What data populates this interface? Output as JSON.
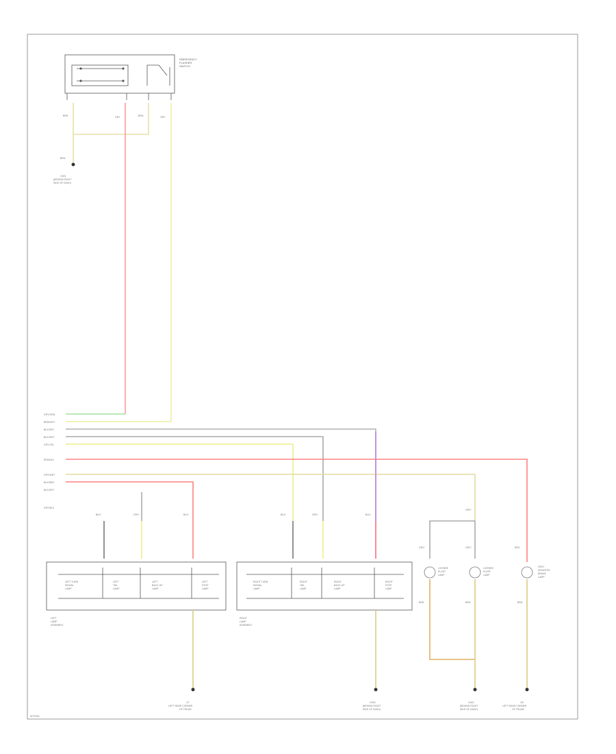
{
  "footer_code": "W7ZHDL",
  "components": {
    "top_switch": [
      "EMERGENCY",
      "FLASHER",
      "SWITCH"
    ],
    "left_lamp": [
      "LEFT",
      "LAMP",
      "ASSEMBLY"
    ],
    "right_lamp": [
      "RIGHT",
      "LAMP",
      "ASSEMBLY"
    ],
    "license_lamp_1": [
      "LICENSE",
      "PLATE",
      "LAMP"
    ],
    "license_lamp_2": [
      "LICENSE",
      "PLATE",
      "LAMP"
    ],
    "high_stop_lamp": [
      "HIGH",
      "MOUNTED",
      "BRAKE",
      "LAMP"
    ]
  },
  "grounds": {
    "top": [
      "G401",
      "(BEHIND RIGHT",
      "SIDE OF DASH)"
    ],
    "g1": [
      "G7",
      "LEFT REAR CORNER",
      "OF TRUNK"
    ],
    "g2": [
      "G403",
      "(BEHIND RIGHT",
      "SIDE OF DASH)"
    ],
    "g3": [
      "G402",
      "(BEHIND RIGHT",
      "SIDE OF DASH)"
    ],
    "g4": [
      "G8",
      "LEFT REAR CORNER",
      "OF TRUNK"
    ]
  },
  "bus_labels": [
    "GRY/GRN",
    "BRN/WHT",
    "BLK/GRY",
    "BLK/WHT",
    "GRY/YEL",
    "RED/BLK",
    "GRY/WHT",
    "BLK/RED",
    "BLK/GRY",
    "GRY/BLK"
  ],
  "lamp_sub_left": [
    "LEFT TURN",
    "SIGNAL",
    "LAMP",
    "LEFT",
    "TAIL",
    "LAMP",
    "LEFT",
    "BACK-UP",
    "LAMP",
    "LEFT",
    "STOP",
    "LAMP"
  ],
  "lamp_sub_right": [
    "RIGHT TURN",
    "SIGNAL",
    "LAMP",
    "RIGHT",
    "TAIL",
    "LAMP",
    "RIGHT",
    "BACK-UP",
    "LAMP",
    "RIGHT",
    "STOP",
    "LAMP"
  ],
  "wire_tags": [
    "BRN",
    "GRY",
    "RED",
    "BLK/",
    "BRN",
    "BLK/",
    "BRN",
    "GRY/",
    "BLK",
    "GRY/",
    "GRY",
    "RED"
  ]
}
